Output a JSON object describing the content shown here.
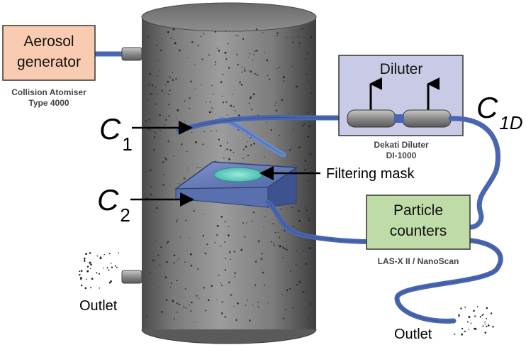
{
  "aerosol_generator": {
    "label_line1": "Aerosol",
    "label_line2": "generator",
    "caption_line1": "Collision Atomiser",
    "caption_line2": "Type 4000"
  },
  "diluter": {
    "label": "Diluter",
    "caption_line1": "Dekati Diluter",
    "caption_line2": "DI-1000"
  },
  "particle_counters": {
    "label_line1": "Particle",
    "label_line2": "counters",
    "caption": "LAS-X II / NanoScan"
  },
  "filtering_mask_label": "Filtering mask",
  "outlet_left_label": "Outlet",
  "outlet_right_label": "Outlet",
  "c1": {
    "main": "C",
    "sub": "1"
  },
  "c2": {
    "main": "C",
    "sub": "2"
  },
  "c1d": {
    "main": "C",
    "sub": "1D"
  },
  "colors": {
    "aerosol_box": "#f9ccb1",
    "diluter_box": "#c9cbe6",
    "counters_box": "#bfdca8",
    "tube": "#4a66b0",
    "mask_fill": "#5fcfc0"
  }
}
